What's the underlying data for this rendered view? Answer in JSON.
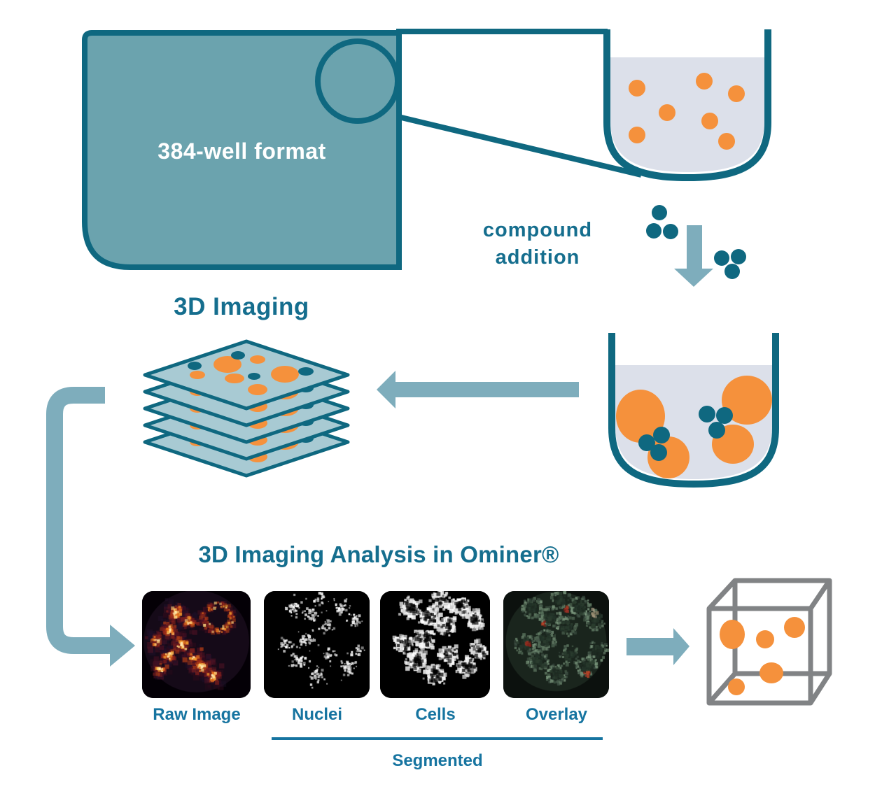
{
  "plate": {
    "label": "384-well format"
  },
  "compound": {
    "line1": "compound",
    "line2": "addition"
  },
  "imaging": {
    "title": "3D Imaging"
  },
  "analysis": {
    "title": "3D Imaging Analysis in Ominer®",
    "panels": [
      {
        "label": "Raw Image"
      },
      {
        "label": "Nuclei"
      },
      {
        "label": "Cells"
      },
      {
        "label": "Overlay"
      }
    ],
    "group_label": "Segmented"
  },
  "icons": {
    "microplate": "rounded-teal-plate",
    "magnifier": "circle-zoom-callout",
    "well": "u-shaped-well-with-spheroids",
    "compound_dots": "teal-compound-particles",
    "down_arrow": "flow-arrow-down",
    "left_arrow": "flow-arrow-left",
    "curved_arrow": "flow-arrow-curved-down-right",
    "right_arrow": "flow-arrow-right",
    "z_stack": "stacked-imaging-planes",
    "cube": "3d-volume-cube"
  },
  "colors": {
    "teal_dark": "#0f6880",
    "teal_fill": "#6ba3ae",
    "teal_text": "#156e8e",
    "teal_light": "#7eadbc",
    "label_teal": "#1674a0",
    "layer_fill": "#a8cad3",
    "orange": "#f5913c",
    "liquid": "#dce0ea",
    "cube_gray": "#818385",
    "bg": "#ffffff"
  }
}
